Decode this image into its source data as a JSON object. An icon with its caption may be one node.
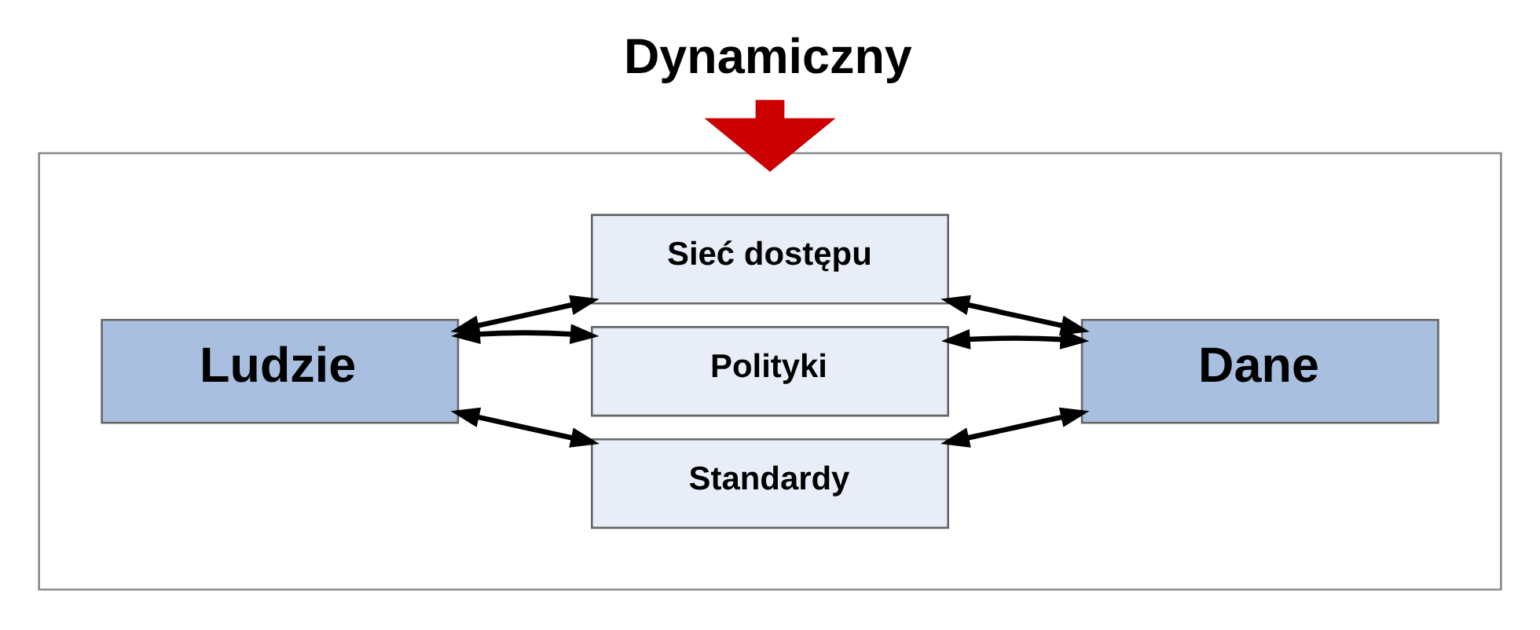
{
  "diagram": {
    "nodes": [
      {
        "text": [
          "Dynamiczny"
        ]
      },
      {
        "text": [],
        "shape": "box"
      },
      {
        "text": [
          "Ludzie"
        ],
        "in": 1
      },
      {
        "text": [
          "Sieć dostępu"
        ],
        "in": 1
      },
      {
        "text": [
          "Polityki"
        ],
        "in": 1
      },
      {
        "text": [
          "Standardy"
        ],
        "in": 1
      },
      {
        "text": [
          "Dane"
        ],
        "in": 1
      }
    ],
    "edges": [
      {
        "from": 0,
        "to": 1,
        "arrow": "to",
        "style": "thick",
        "color": "#cc0000"
      },
      {
        "from": 2,
        "to": 3,
        "arrow": "both"
      },
      {
        "from": 2,
        "to": 4,
        "arrow": "both"
      },
      {
        "from": 2,
        "to": 5,
        "arrow": "both"
      },
      {
        "from": 6,
        "to": 3,
        "arrow": "both"
      },
      {
        "from": 6,
        "to": 4,
        "arrow": "both"
      },
      {
        "from": 6,
        "to": 5,
        "arrow": "both"
      }
    ]
  }
}
